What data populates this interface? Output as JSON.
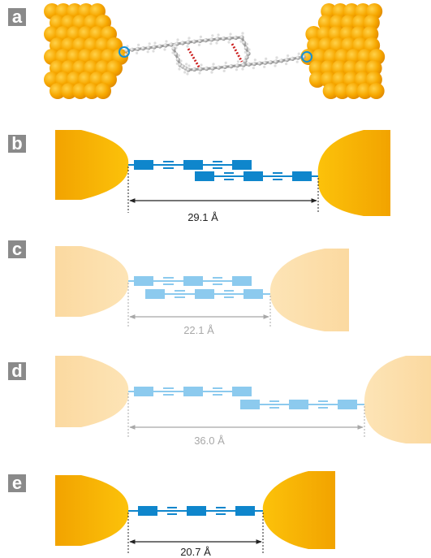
{
  "colors": {
    "gold": "#f5a800",
    "gold_light": "#fcdca0",
    "blue": "#0f86cc",
    "blue_light": "#8ccaee",
    "letter_badge": "#8a8a8a",
    "dim_dark": "#222222",
    "dim_light": "#a8a8a8",
    "anchor_ring": "#1590d4",
    "hbond": "#cc2020"
  },
  "panels": [
    {
      "letter": "a",
      "type": "molecular-model"
    },
    {
      "letter": "b",
      "distance": "29.1 Å",
      "state": "active"
    },
    {
      "letter": "c",
      "distance": "22.1 Å",
      "state": "faded"
    },
    {
      "letter": "d",
      "distance": "36.0 Å",
      "state": "faded"
    },
    {
      "letter": "e",
      "distance": "20.7 Å",
      "state": "active"
    }
  ]
}
